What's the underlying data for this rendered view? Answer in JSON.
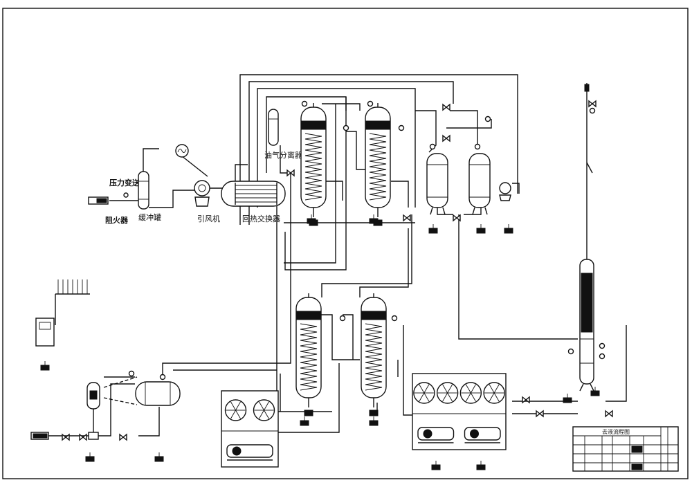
{
  "labels": {
    "pressure_transmitter": "压力变送器",
    "flame_arrester": "阻火器",
    "buffer_tank": "缓冲罐",
    "induced_fan": "引风机",
    "oil_gas_separator": "油气分离器",
    "recuperative_exchanger": "回热交换器"
  },
  "title_block": {
    "title": "去液流程图"
  }
}
